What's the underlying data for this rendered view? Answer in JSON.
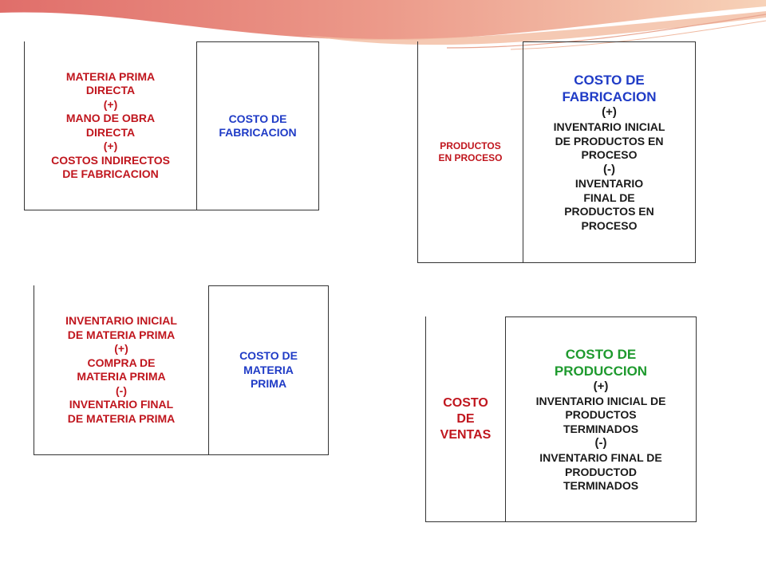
{
  "colors": {
    "red": "#c0161e",
    "blue": "#1f3bc6",
    "green": "#1e9a2e",
    "black": "#1a1a1a",
    "banner_pink": "#e9877f",
    "banner_peach": "#f6c6a8"
  },
  "box_materia_prima": {
    "left_lines": [
      "MATERIA PRIMA",
      "DIRECTA",
      "(+)",
      "MANO DE OBRA",
      "DIRECTA",
      "(+)",
      "COSTOS INDIRECTOS",
      "DE FABRICACION"
    ],
    "right_lines": [
      "COSTO DE",
      "FABRICACION"
    ]
  },
  "box_productos_proceso": {
    "left_lines": [
      "PRODUCTOS",
      "EN PROCESO"
    ],
    "right_lines": [
      "COSTO DE",
      "FABRICACION",
      "(+)",
      "INVENTARIO INICIAL",
      "DE PRODUCTOS EN",
      "PROCESO",
      "(-)",
      "INVENTARIO",
      "FINAL DE",
      "PRODUCTOS EN",
      "PROCESO"
    ]
  },
  "box_costo_materia_prima": {
    "left_lines": [
      "INVENTARIO INICIAL",
      "DE MATERIA PRIMA",
      "(+)",
      "COMPRA DE",
      "MATERIA PRIMA",
      "(-)",
      "INVENTARIO FINAL",
      "DE MATERIA PRIMA"
    ],
    "right_lines": [
      "COSTO DE",
      "MATERIA",
      "PRIMA"
    ]
  },
  "box_costo_ventas": {
    "left_lines": [
      "COSTO",
      "DE",
      "VENTAS"
    ],
    "right_lines": [
      "COSTO DE",
      "PRODUCCION",
      "(+)",
      "INVENTARIO INICIAL DE",
      "PRODUCTOS",
      "TERMINADOS",
      "(-)",
      "INVENTARIO FINAL DE",
      "PRODUCTOD",
      "TERMINADOS"
    ]
  }
}
